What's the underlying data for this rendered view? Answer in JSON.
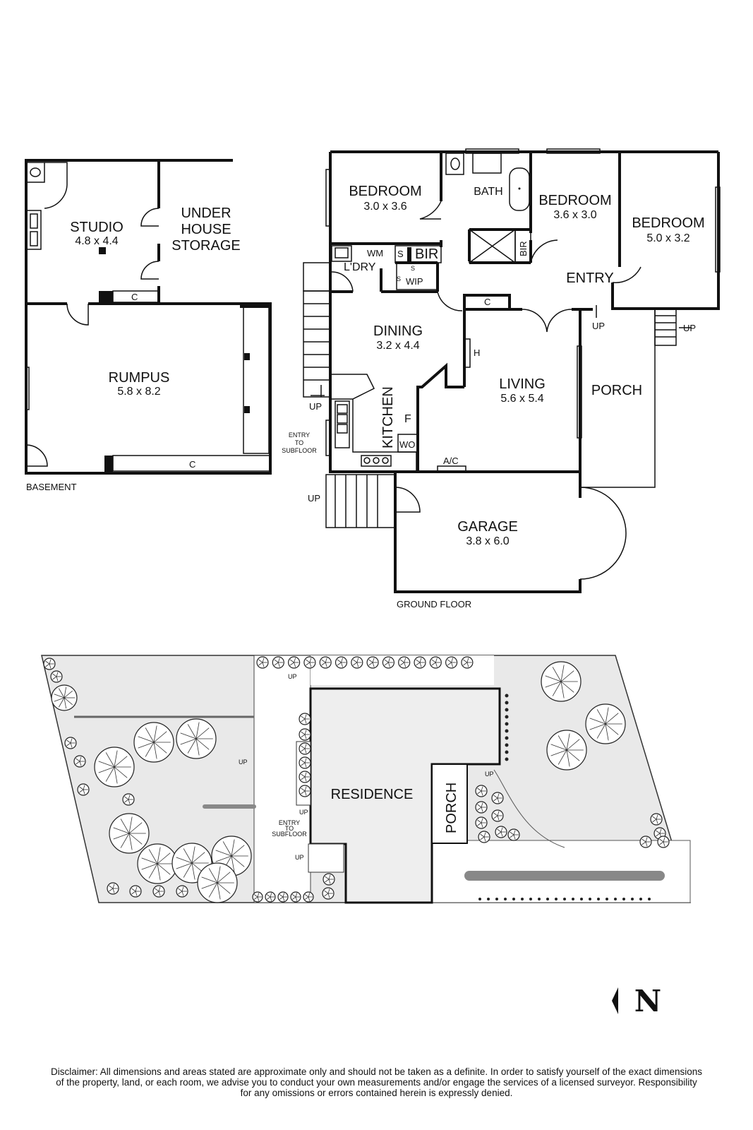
{
  "basement": {
    "level_label": "BASEMENT",
    "studio": {
      "name": "STUDIO",
      "dims": "4.8 x 4.4"
    },
    "storage": {
      "line1": "UNDER",
      "line2": "HOUSE",
      "line3": "STORAGE"
    },
    "rumpus": {
      "name": "RUMPUS",
      "dims": "5.8 x 8.2"
    },
    "cupboard_label": "C"
  },
  "ground": {
    "level_label": "GROUND FLOOR",
    "bedroom1": {
      "name": "BEDROOM",
      "dims": "3.0 x 3.6"
    },
    "bath": "BATH",
    "bedroom2": {
      "name": "BEDROOM",
      "dims": "3.6 x 3.0"
    },
    "bedroom3": {
      "name": "BEDROOM",
      "dims": "5.0 x 3.2"
    },
    "laundry": "L'DRY",
    "wm": "WM",
    "s": "S",
    "bir": "BIR",
    "wip": "WIP",
    "entry": "ENTRY",
    "cupboard": "C",
    "dining": {
      "name": "DINING",
      "dims": "3.2 x 4.4"
    },
    "heater": "H",
    "living": {
      "name": "LIVING",
      "dims": "5.6 x 5.4"
    },
    "porch": "PORCH",
    "kitchen": "KITCHEN",
    "fridge": "F",
    "wall_oven": "WO",
    "ac": "A/C",
    "up": "UP",
    "subfloor_line1": "ENTRY",
    "subfloor_line2": "TO",
    "subfloor_line3": "SUBFLOOR",
    "garage": {
      "name": "GARAGE",
      "dims": "3.8 x 6.0"
    }
  },
  "site": {
    "residence": "RESIDENCE",
    "porch": "PORCH",
    "up": "UP",
    "subfloor_line1": "ENTRY",
    "subfloor_line2": "TO",
    "subfloor_line3": "SUBFLOOR"
  },
  "compass": {
    "letter": "N"
  },
  "disclaimer": {
    "line1": "Disclaimer: All dimensions and areas stated are approximate only and should not be taken as a definite. In order to satisfy yourself of the exact dimensions",
    "line2": "of the property, land, or each room, we advise you to conduct your own measurements and/or engage the services of a licensed surveyor. Responsibility",
    "line3": "for any omissions or errors contained herein is expressly denied."
  }
}
